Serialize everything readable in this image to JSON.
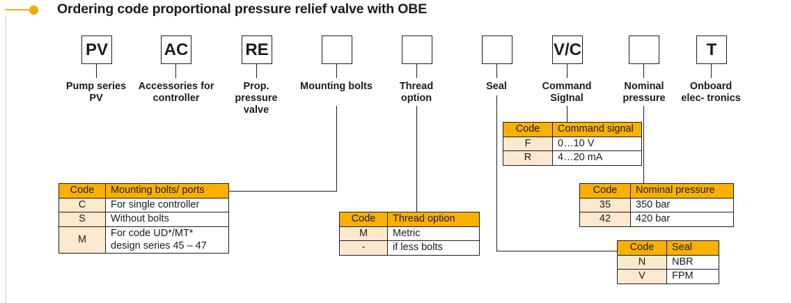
{
  "title": "Ordering code proportional pressure relief valve with OBE",
  "accent_color": "#f5a800",
  "table_header_color": "#fbb000",
  "table_code_color": "#fce9cd",
  "code_boxes": [
    {
      "value": "PV"
    },
    {
      "value": "AC"
    },
    {
      "value": "RE"
    },
    {
      "value": ""
    },
    {
      "value": ""
    },
    {
      "value": ""
    },
    {
      "value": "V/C"
    },
    {
      "value": ""
    },
    {
      "value": "T"
    }
  ],
  "captions": [
    {
      "text": "Pump\nseries PV"
    },
    {
      "text": "Accessories\nfor controller"
    },
    {
      "text": "Prop.\npressure\nvalve"
    },
    {
      "text": "Mounting bolts"
    },
    {
      "text": "Thread\noption"
    },
    {
      "text": "Seal"
    },
    {
      "text": "Command\nSigInal"
    },
    {
      "text": "Nominal\npressure"
    },
    {
      "text": "Onboard\nelec-\ntronics"
    }
  ],
  "tables": {
    "command_signal": {
      "headers": [
        "Code",
        "Command signal"
      ],
      "rows": [
        [
          "F",
          "0…10 V"
        ],
        [
          "R",
          "4…20 mA"
        ]
      ]
    },
    "mounting_bolts": {
      "headers": [
        "Code",
        "Mounting bolts/ ports"
      ],
      "rows": [
        [
          "C",
          "For single controller"
        ],
        [
          "S",
          "Without bolts"
        ],
        [
          "M",
          "For code UD*/MT*\ndesign series 45 – 47"
        ]
      ]
    },
    "nominal_pressure": {
      "headers": [
        "Code",
        "Nominal pressure"
      ],
      "rows": [
        [
          "35",
          "350 bar"
        ],
        [
          "42",
          "420 bar"
        ]
      ]
    },
    "thread_option": {
      "headers": [
        "Code",
        "Thread option"
      ],
      "rows": [
        [
          "M",
          "Metric"
        ],
        [
          "-",
          "if less bolts"
        ]
      ]
    },
    "seal": {
      "headers": [
        "Code",
        "Seal"
      ],
      "rows": [
        [
          "N",
          "NBR"
        ],
        [
          "V",
          "FPM"
        ]
      ]
    }
  }
}
